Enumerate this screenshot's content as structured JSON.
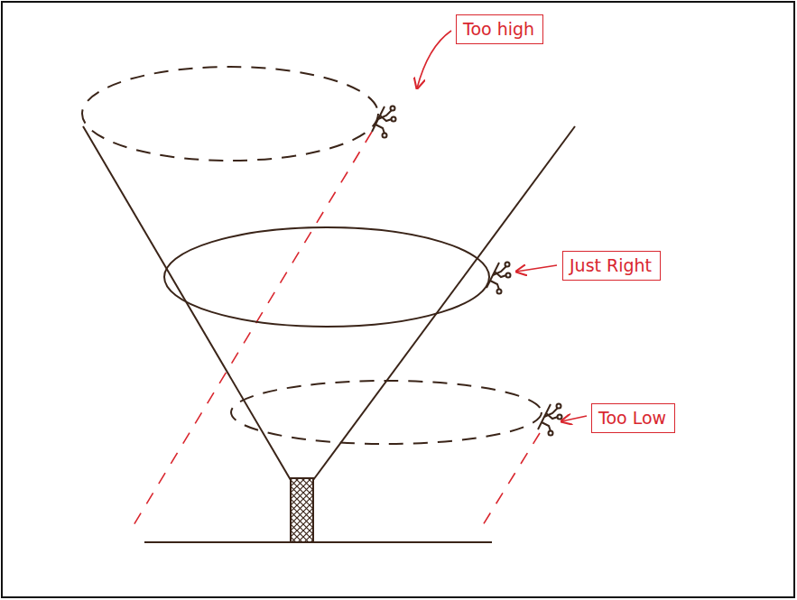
{
  "diagram": {
    "nodes": [
      {
        "text": [
          "Too high"
        ]
      },
      {
        "text": [
          "Just Right"
        ]
      },
      {
        "text": [
          "Too Low"
        ]
      }
    ]
  }
}
